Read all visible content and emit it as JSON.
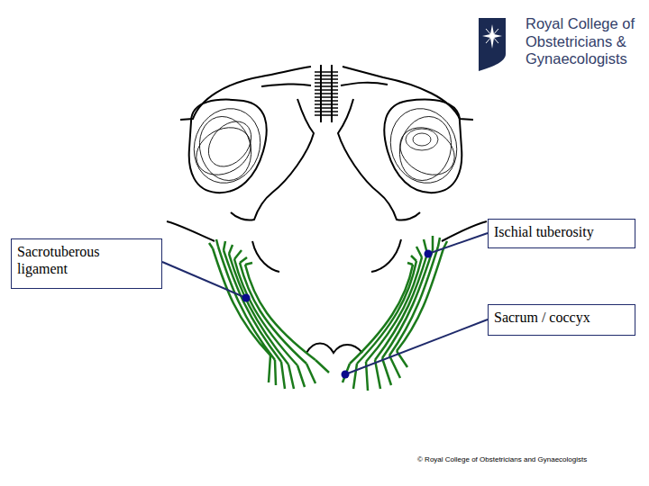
{
  "diagram": {
    "nodes": [
      {
        "text": [
          "Ischial tuberosity"
        ]
      },
      {
        "text": [
          "Sacrotuberous ligament"
        ]
      },
      {
        "text": [
          "Sacrum / coccyx"
        ]
      }
    ],
    "labels": [
      "Royal College of Obstetricians & Gynaecologists",
      "© Royal College of Obstetricians and Gynaecologists"
    ]
  }
}
